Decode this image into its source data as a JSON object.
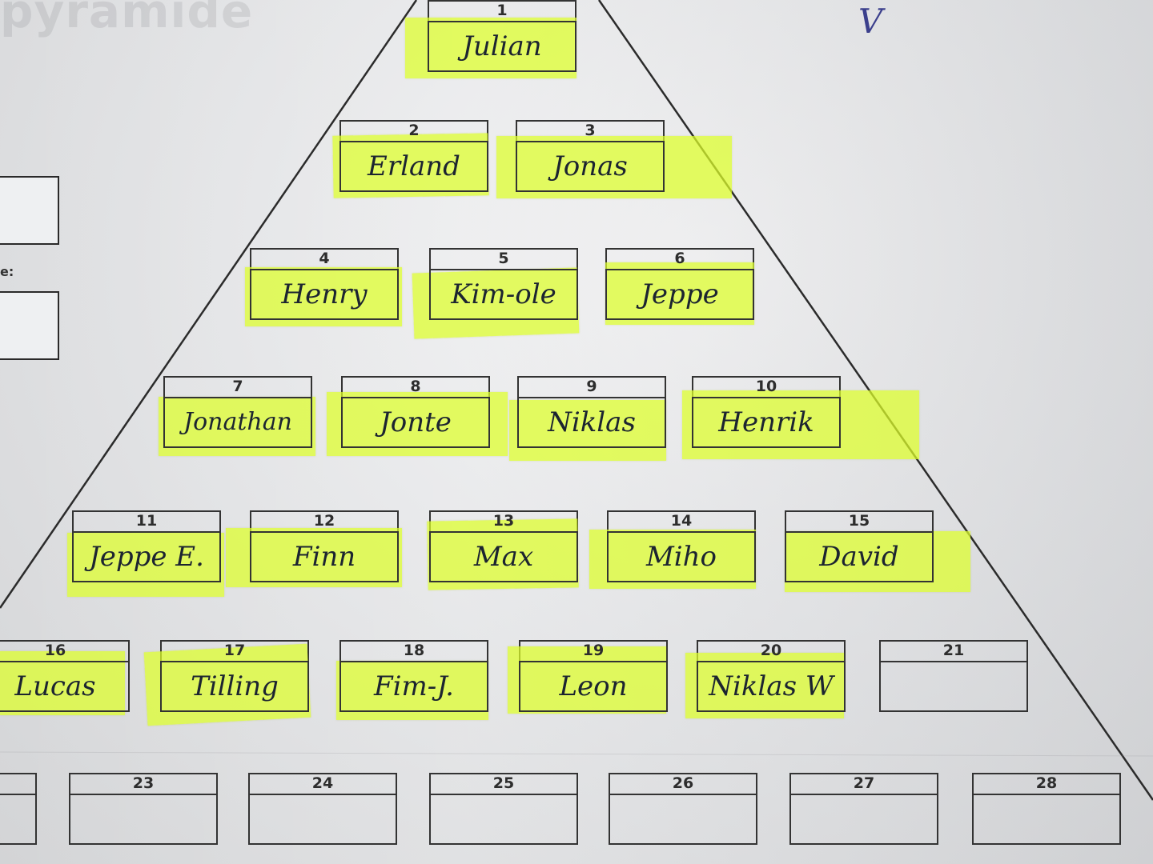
{
  "header": {
    "title_fragment": "pyramide"
  },
  "corner_mark": "V",
  "side_label": "e:",
  "colors": {
    "tape": "#e2ff30",
    "paper": "#e9eaec",
    "ink_print": "#2d2d2d",
    "ink_pen": "#1c2430",
    "ink_blue": "#3b3f8c"
  },
  "slots": [
    {
      "number": "1",
      "name": "Julian"
    },
    {
      "number": "2",
      "name": "Erland"
    },
    {
      "number": "3",
      "name": "Jonas"
    },
    {
      "number": "4",
      "name": "Henry"
    },
    {
      "number": "5",
      "name": "Kim-ole"
    },
    {
      "number": "6",
      "name": "Jeppe"
    },
    {
      "number": "7",
      "name": "Jonathan"
    },
    {
      "number": "8",
      "name": "Jonte"
    },
    {
      "number": "9",
      "name": "Niklas"
    },
    {
      "number": "10",
      "name": "Henrik"
    },
    {
      "number": "11",
      "name": "Jeppe E."
    },
    {
      "number": "12",
      "name": "Finn"
    },
    {
      "number": "13",
      "name": "Max"
    },
    {
      "number": "14",
      "name": "Miho"
    },
    {
      "number": "15",
      "name": "David"
    },
    {
      "number": "16",
      "name": "Lucas"
    },
    {
      "number": "17",
      "name": "Tilling"
    },
    {
      "number": "18",
      "name": "Fim-J."
    },
    {
      "number": "19",
      "name": "Leon"
    },
    {
      "number": "20",
      "name": "Niklas W"
    },
    {
      "number": "21",
      "name": ""
    },
    {
      "number": "23",
      "name": ""
    },
    {
      "number": "24",
      "name": ""
    },
    {
      "number": "25",
      "name": ""
    },
    {
      "number": "26",
      "name": ""
    },
    {
      "number": "27",
      "name": ""
    },
    {
      "number": "28",
      "name": ""
    }
  ]
}
